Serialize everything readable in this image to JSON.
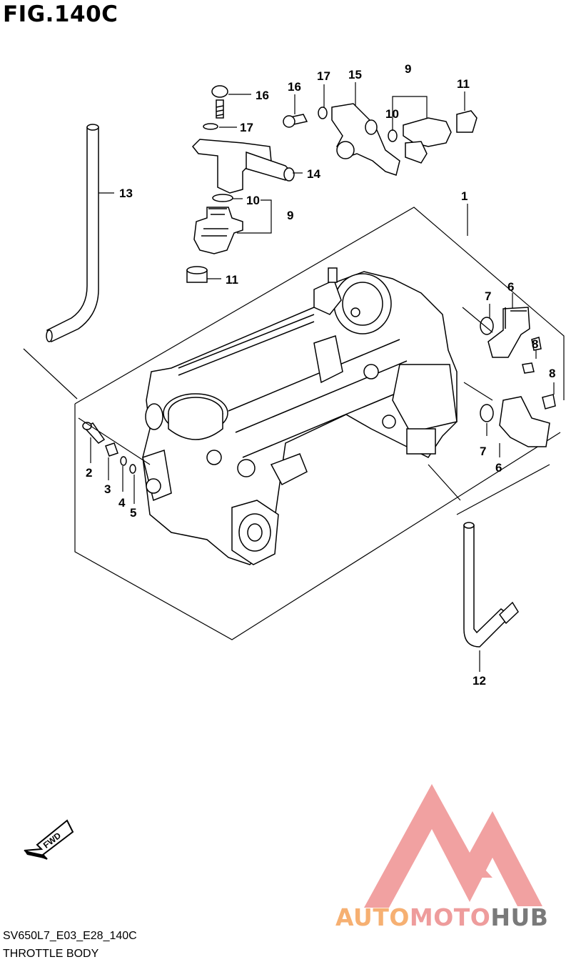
{
  "figure": {
    "title": "FIG.140C"
  },
  "footer": {
    "model_code": "SV650L7_E03_E28_140C",
    "caption": "THROTTLE BODY"
  },
  "fwd_label": "FWD",
  "brand": {
    "part1": "AUTO",
    "part2": "MOTO",
    "part3": "HUB",
    "colors": {
      "auto": "#f6b072",
      "moto": "#ee9c9c",
      "hub": "#7a7a7a",
      "logo": "#ee8a8a"
    }
  },
  "callouts": {
    "c1": "1",
    "c2": "2",
    "c3": "3",
    "c4": "4",
    "c5": "5",
    "c6a": "6",
    "c6b": "6",
    "c7a": "7",
    "c7b": "7",
    "c8a": "8",
    "c8b": "8",
    "c9a": "9",
    "c9b": "9",
    "c10a": "10",
    "c10b": "10",
    "c11a": "11",
    "c11b": "11",
    "c12": "12",
    "c13": "13",
    "c14": "14",
    "c15": "15",
    "c16a": "16",
    "c16b": "16",
    "c17a": "17",
    "c17b": "17"
  }
}
